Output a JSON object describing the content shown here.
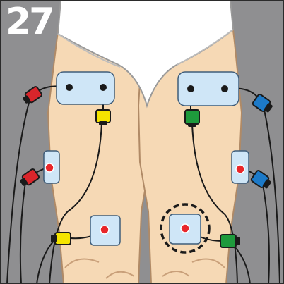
{
  "illustration": {
    "step_number": "27",
    "colors": {
      "background": "#8f8f91",
      "skin": "#f6d9b5",
      "garment": "#ffffff",
      "pad": "#cfe6f7",
      "electrode_dot": "#e8262a",
      "connector_red": "#d9252b",
      "connector_yellow": "#f4e400",
      "connector_green": "#1e9a3c",
      "connector_blue": "#1d7ac8",
      "wire": "#1a1a1a"
    },
    "connectors": [
      {
        "name": "red-connector-upper-left",
        "color": "red"
      },
      {
        "name": "yellow-connector-upper-left",
        "color": "yellow"
      },
      {
        "name": "red-connector-mid-left",
        "color": "red"
      },
      {
        "name": "yellow-connector-lower-left",
        "color": "yellow"
      },
      {
        "name": "green-connector-upper-right",
        "color": "green"
      },
      {
        "name": "blue-connector-upper-right",
        "color": "blue"
      },
      {
        "name": "blue-connector-mid-right",
        "color": "blue"
      },
      {
        "name": "green-connector-lower-right",
        "color": "green"
      }
    ],
    "highlight": "dashed-circle-around-lower-right-electrode"
  }
}
